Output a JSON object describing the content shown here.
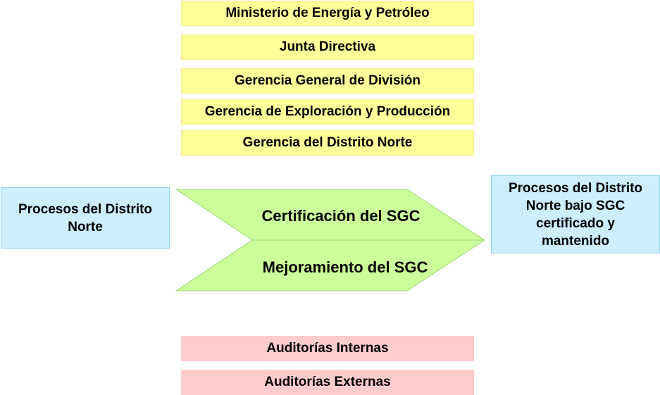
{
  "hierarchy": [
    "Ministerio de Energía y Petróleo",
    "Junta Directiva",
    "Gerencia General de División",
    "Gerencia de Exploración y Producción",
    "Gerencia del Distrito Norte"
  ],
  "input": {
    "line1": "Procesos del Distrito",
    "line2": "Norte"
  },
  "output": {
    "line1": "Procesos del Distrito",
    "line2": "Norte bajo SGC",
    "line3": "certificado y",
    "line4": "mantenido"
  },
  "arrow": {
    "upper": "Certificación del SGC",
    "lower": "Mejoramiento del SGC"
  },
  "audits": [
    "Auditorías Internas",
    "Auditorías Externas"
  ],
  "colors": {
    "hierarchy_fill": "#ffff99",
    "arrow_fill": "#ccff99",
    "process_fill": "#cceeff",
    "audit_fill": "#ffcccc"
  }
}
